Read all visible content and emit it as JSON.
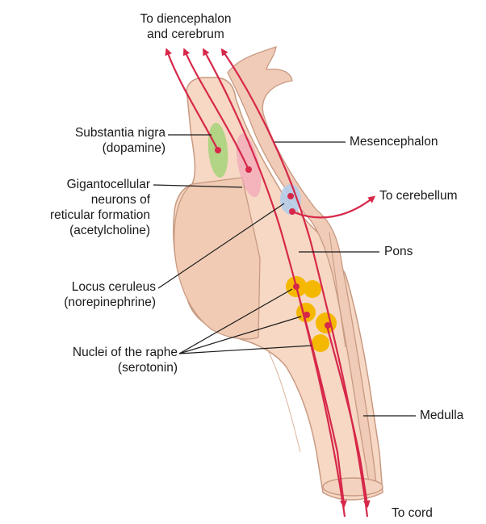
{
  "colors": {
    "brainstem_fill": "#f6d8c4",
    "brainstem_outline": "#c89a82",
    "pathway_red": "#d7284a",
    "substantia_nigra": "#a6d47a",
    "gigantocellular": "#f2a8b8",
    "locus_ceruleus": "#b5cde8",
    "raphe_nuclei": "#f5b800",
    "leader_line": "#1a1a1a"
  },
  "labels": {
    "top": [
      "To diencephalon",
      "and cerebrum"
    ],
    "substantia_nigra": [
      "Substantia nigra",
      "(dopamine)"
    ],
    "gigantocellular": [
      "Gigantocellular",
      "neurons of",
      "reticular formation",
      "(acetylcholine)"
    ],
    "locus_ceruleus": [
      "Locus ceruleus",
      "(norepinephrine)"
    ],
    "raphe": [
      "Nuclei of the raphe",
      "(serotonin)"
    ],
    "mesencephalon": "Mesencephalon",
    "cerebellum": "To cerebellum",
    "pons": "Pons",
    "medulla": "Medulla",
    "cord": "To cord"
  }
}
